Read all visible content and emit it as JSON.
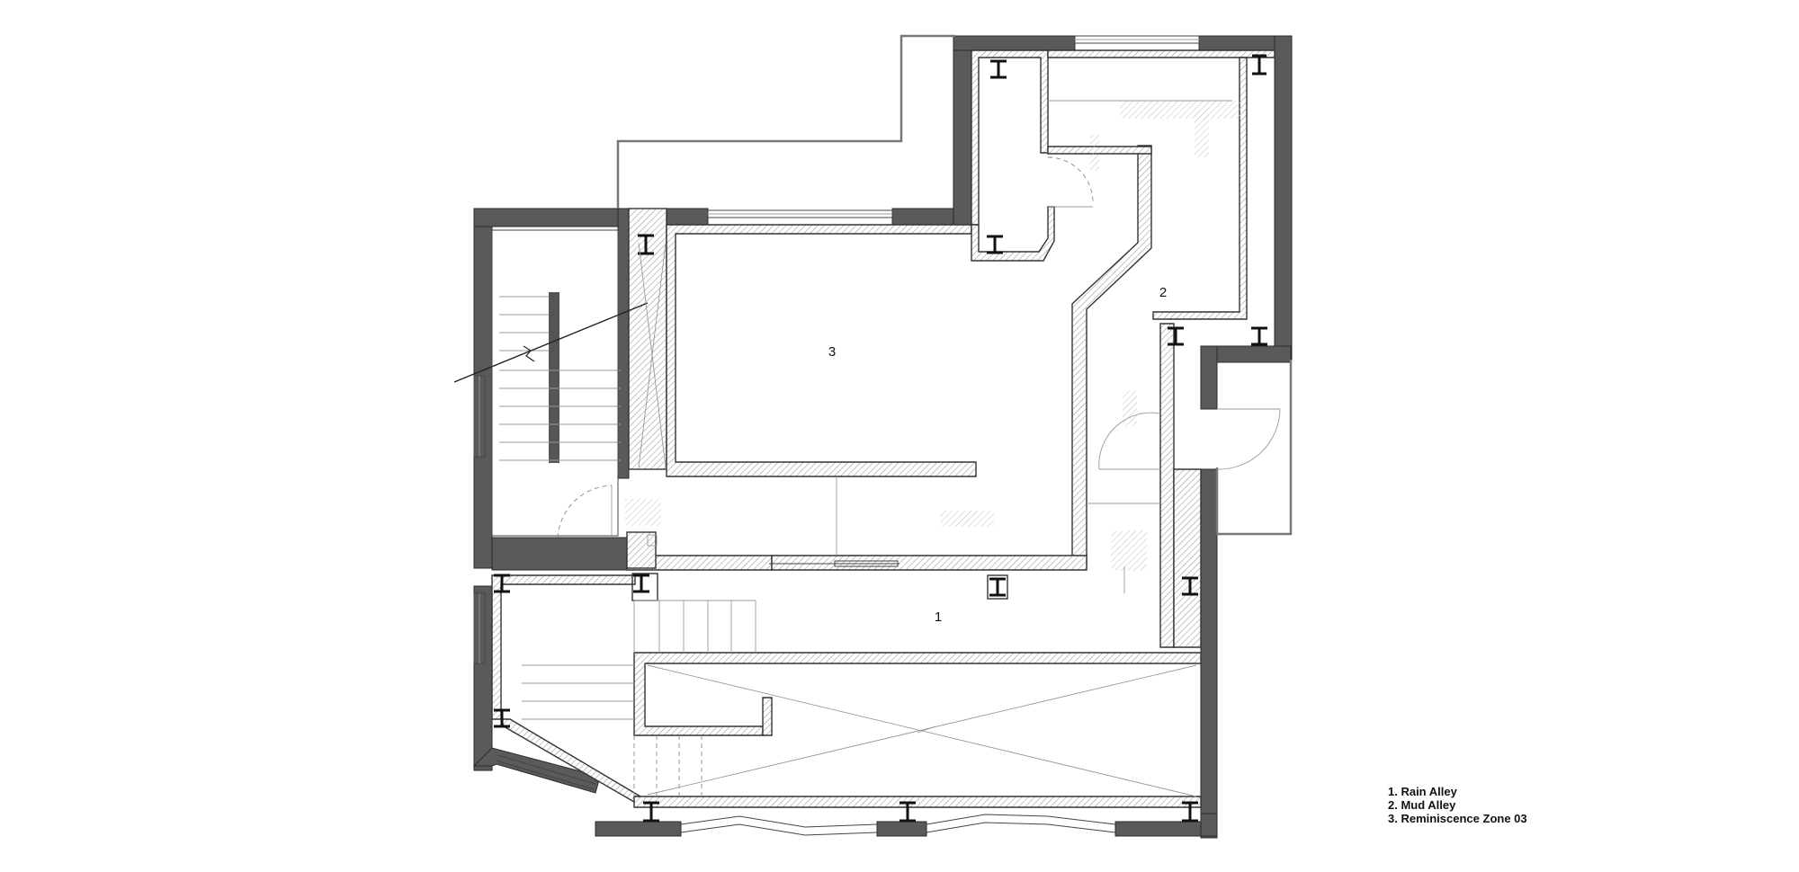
{
  "rooms": {
    "rain_alley": {
      "number": "1"
    },
    "mud_alley": {
      "number": "2"
    },
    "reminiscence_zone": {
      "number": "3"
    }
  },
  "legend": [
    "1. Rain Alley",
    "2. Mud Alley",
    "3. Reminiscence Zone 03"
  ]
}
